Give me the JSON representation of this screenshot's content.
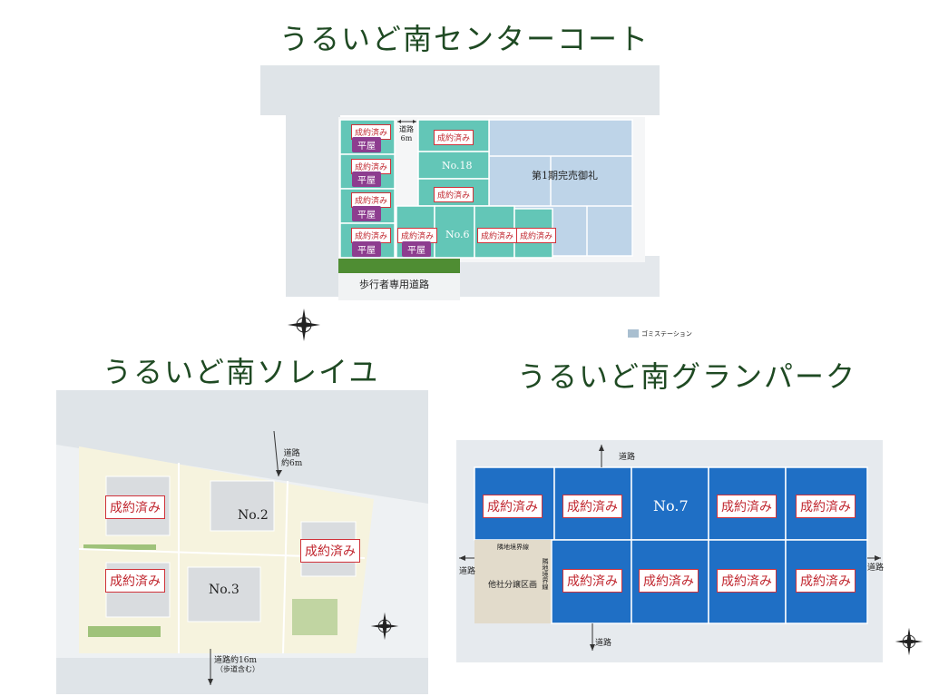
{
  "center_court": {
    "title": "うるいど南センターコート",
    "road_width": "道路\n6m",
    "pedestrian_road": "歩行者専用道路",
    "phase1_sold": "第1期完売御礼",
    "sold_label": "成約済み",
    "flat_label": "平屋",
    "lot_no18": "No.18",
    "lot_no6": "No.6",
    "legend_garbage": "ゴミステーション",
    "colors": {
      "lot": "#63c6b7",
      "sold_area": "#bed4e8",
      "road": "#dfe4e8",
      "green": "#4f8d33",
      "flat_badge": "#8d3d8f"
    }
  },
  "soleil": {
    "title": "うるいど南ソレイユ",
    "road_top": "道路\n約6m",
    "road_bottom": "道路約16m",
    "road_bottom_note": "（歩道含む）",
    "sold_label": "成約済み",
    "lot_no2": "No.2",
    "lot_no3": "No.3"
  },
  "granpark": {
    "title": "うるいど南グランパーク",
    "road": "道路",
    "sold_label": "成約済み",
    "lot_no7": "No.7",
    "boundary_h": "隣地境界線",
    "boundary_v": "隣地境界線",
    "other_company": "他社分譲区画",
    "colors": {
      "lot": "#1f6fc5",
      "lot_dark": "#0d4f9f",
      "other": "#e2dbcb"
    }
  }
}
